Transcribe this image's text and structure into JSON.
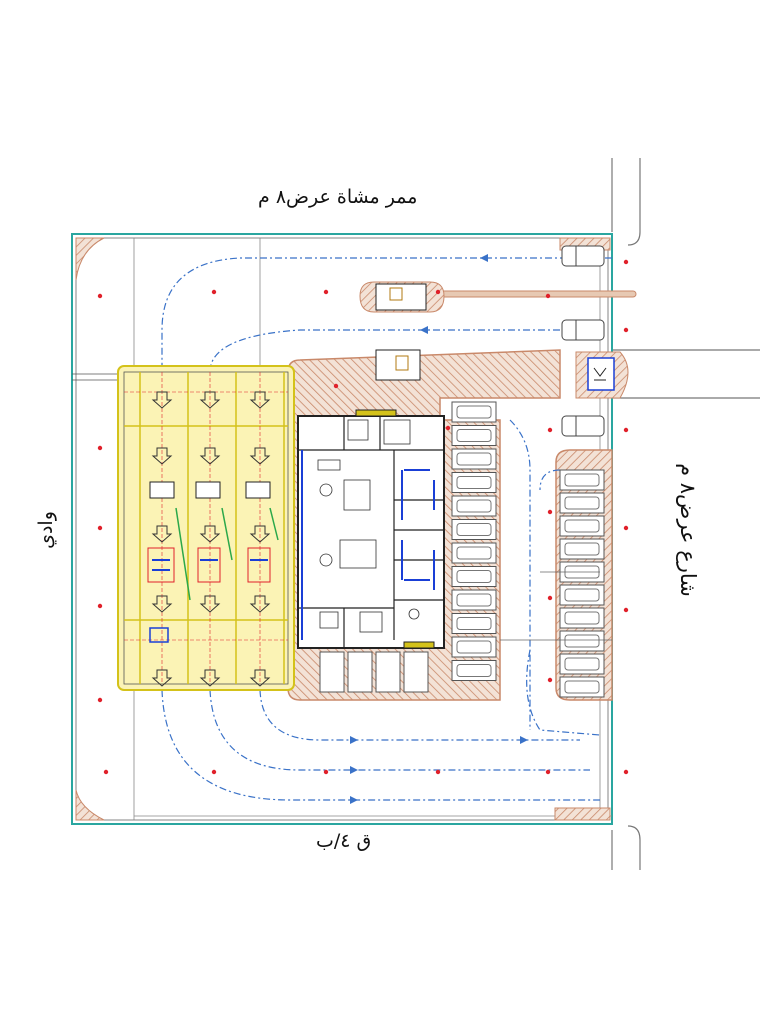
{
  "labels": {
    "top_road": "ممر مشاة عرض٨ م",
    "right_street": "شارع عرض٨ م",
    "left_wadi": "وادي",
    "bottom_plot": "ق ٤/ب"
  },
  "colors": {
    "boundary": "#2aa6a0",
    "hatch": "#c9896a",
    "hatch_bg": "#f3e2d6",
    "flow": "#3a72c8",
    "marker": "#e0202a",
    "wall": "#222222",
    "partition": "#1a3fd6",
    "canopy_fill": "#fbf3b5",
    "canopy_stroke": "#d4c21a",
    "parking": "#555555"
  },
  "parking_counts": {
    "building_east_row": 12,
    "right_island": 10,
    "front_bays": 4
  },
  "pump_islands": 3
}
